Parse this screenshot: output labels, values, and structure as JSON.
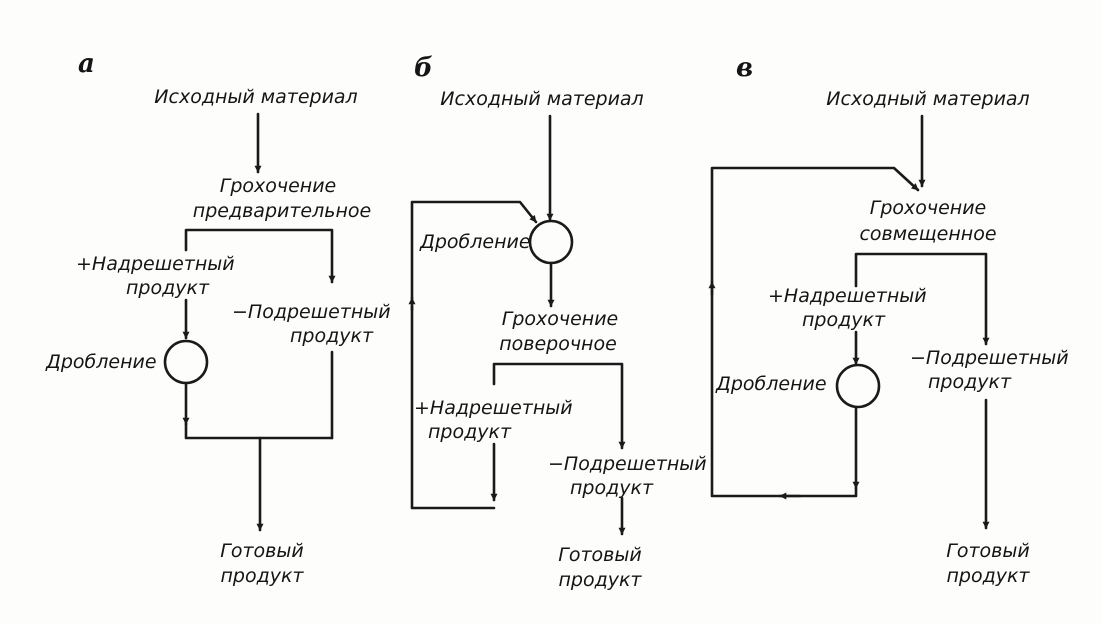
{
  "panels": {
    "a": {
      "letter": "а",
      "input": "Исходный материал",
      "screen": [
        "Грохочение",
        "предварительное"
      ],
      "oversize": [
        "+Надрешетный",
        "продукт"
      ],
      "undersize": [
        "−Подрешетный",
        "продукт"
      ],
      "crushing": "Дробление",
      "output": [
        "Готовый",
        "продукт"
      ]
    },
    "b": {
      "letter": "б",
      "input": "Исходный материал",
      "crushing": "Дробление",
      "screen": [
        "Грохочение",
        "поверочное"
      ],
      "oversize": [
        "+Надрешетный",
        "продукт"
      ],
      "undersize": [
        "−Подрешетный",
        "продукт"
      ],
      "output": [
        "Готовый",
        "продукт"
      ]
    },
    "c": {
      "letter": "в",
      "input": "Исходный материал",
      "screen": [
        "Грохочение",
        "совмещенное"
      ],
      "oversize": [
        "+Надрешетный",
        "продукт"
      ],
      "undersize": [
        "−Подрешетный",
        "продукт"
      ],
      "crushing": "Дробление",
      "output": [
        "Готовый",
        "продукт"
      ]
    }
  }
}
